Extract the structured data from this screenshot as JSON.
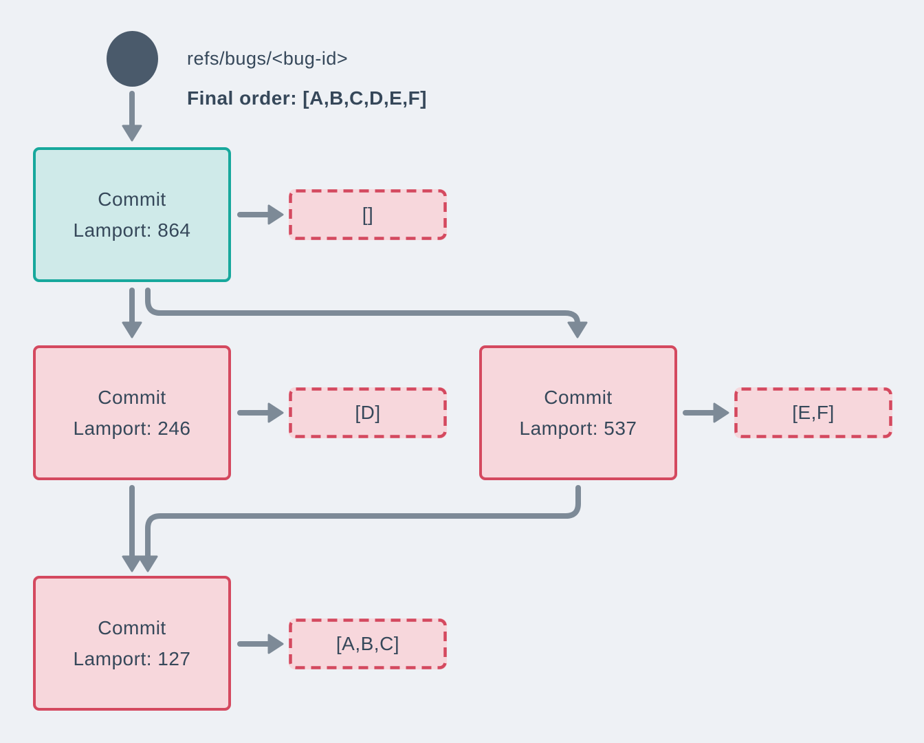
{
  "colors": {
    "background": "#eef1f5",
    "text": "#36485a",
    "arrow": "#7d8a97",
    "ref_circle": "#4a5a6b",
    "teal_border": "#17a89c",
    "teal_fill": "#cfeae9",
    "red_border": "#d4495f",
    "pink_fill": "#f7d7dc"
  },
  "header": {
    "ref": "refs/bugs/<bug-id>",
    "final_order": "Final order: [A,B,C,D,E,F]"
  },
  "nodes": [
    {
      "label": "Commit",
      "lamport": "Lamport: 864"
    },
    {
      "label": "Commit",
      "lamport": "Lamport: 246"
    },
    {
      "label": "Commit",
      "lamport": "Lamport: 537"
    },
    {
      "label": "Commit",
      "lamport": "Lamport: 127"
    }
  ],
  "payloads": [
    {
      "value": "[]"
    },
    {
      "value": "[D]"
    },
    {
      "value": "[E,F]"
    },
    {
      "value": "[A,B,C]"
    }
  ]
}
